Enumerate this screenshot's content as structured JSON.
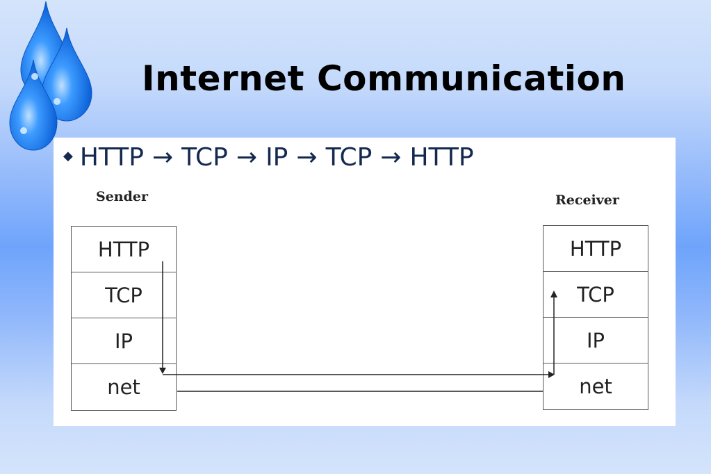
{
  "slide": {
    "title": "Internet Communication"
  },
  "flow": {
    "bullet": "◆",
    "steps": [
      "HTTP",
      "TCP",
      "IP",
      "TCP",
      "HTTP"
    ],
    "arrow": "→"
  },
  "sender": {
    "label": "Sender",
    "layers": [
      "HTTP",
      "TCP",
      "IP",
      "net"
    ]
  },
  "receiver": {
    "label": "Receiver",
    "layers": [
      "HTTP",
      "TCP",
      "IP",
      "net"
    ]
  },
  "colors": {
    "flow_text": "#13294f",
    "drop": "#1b7ff0"
  }
}
